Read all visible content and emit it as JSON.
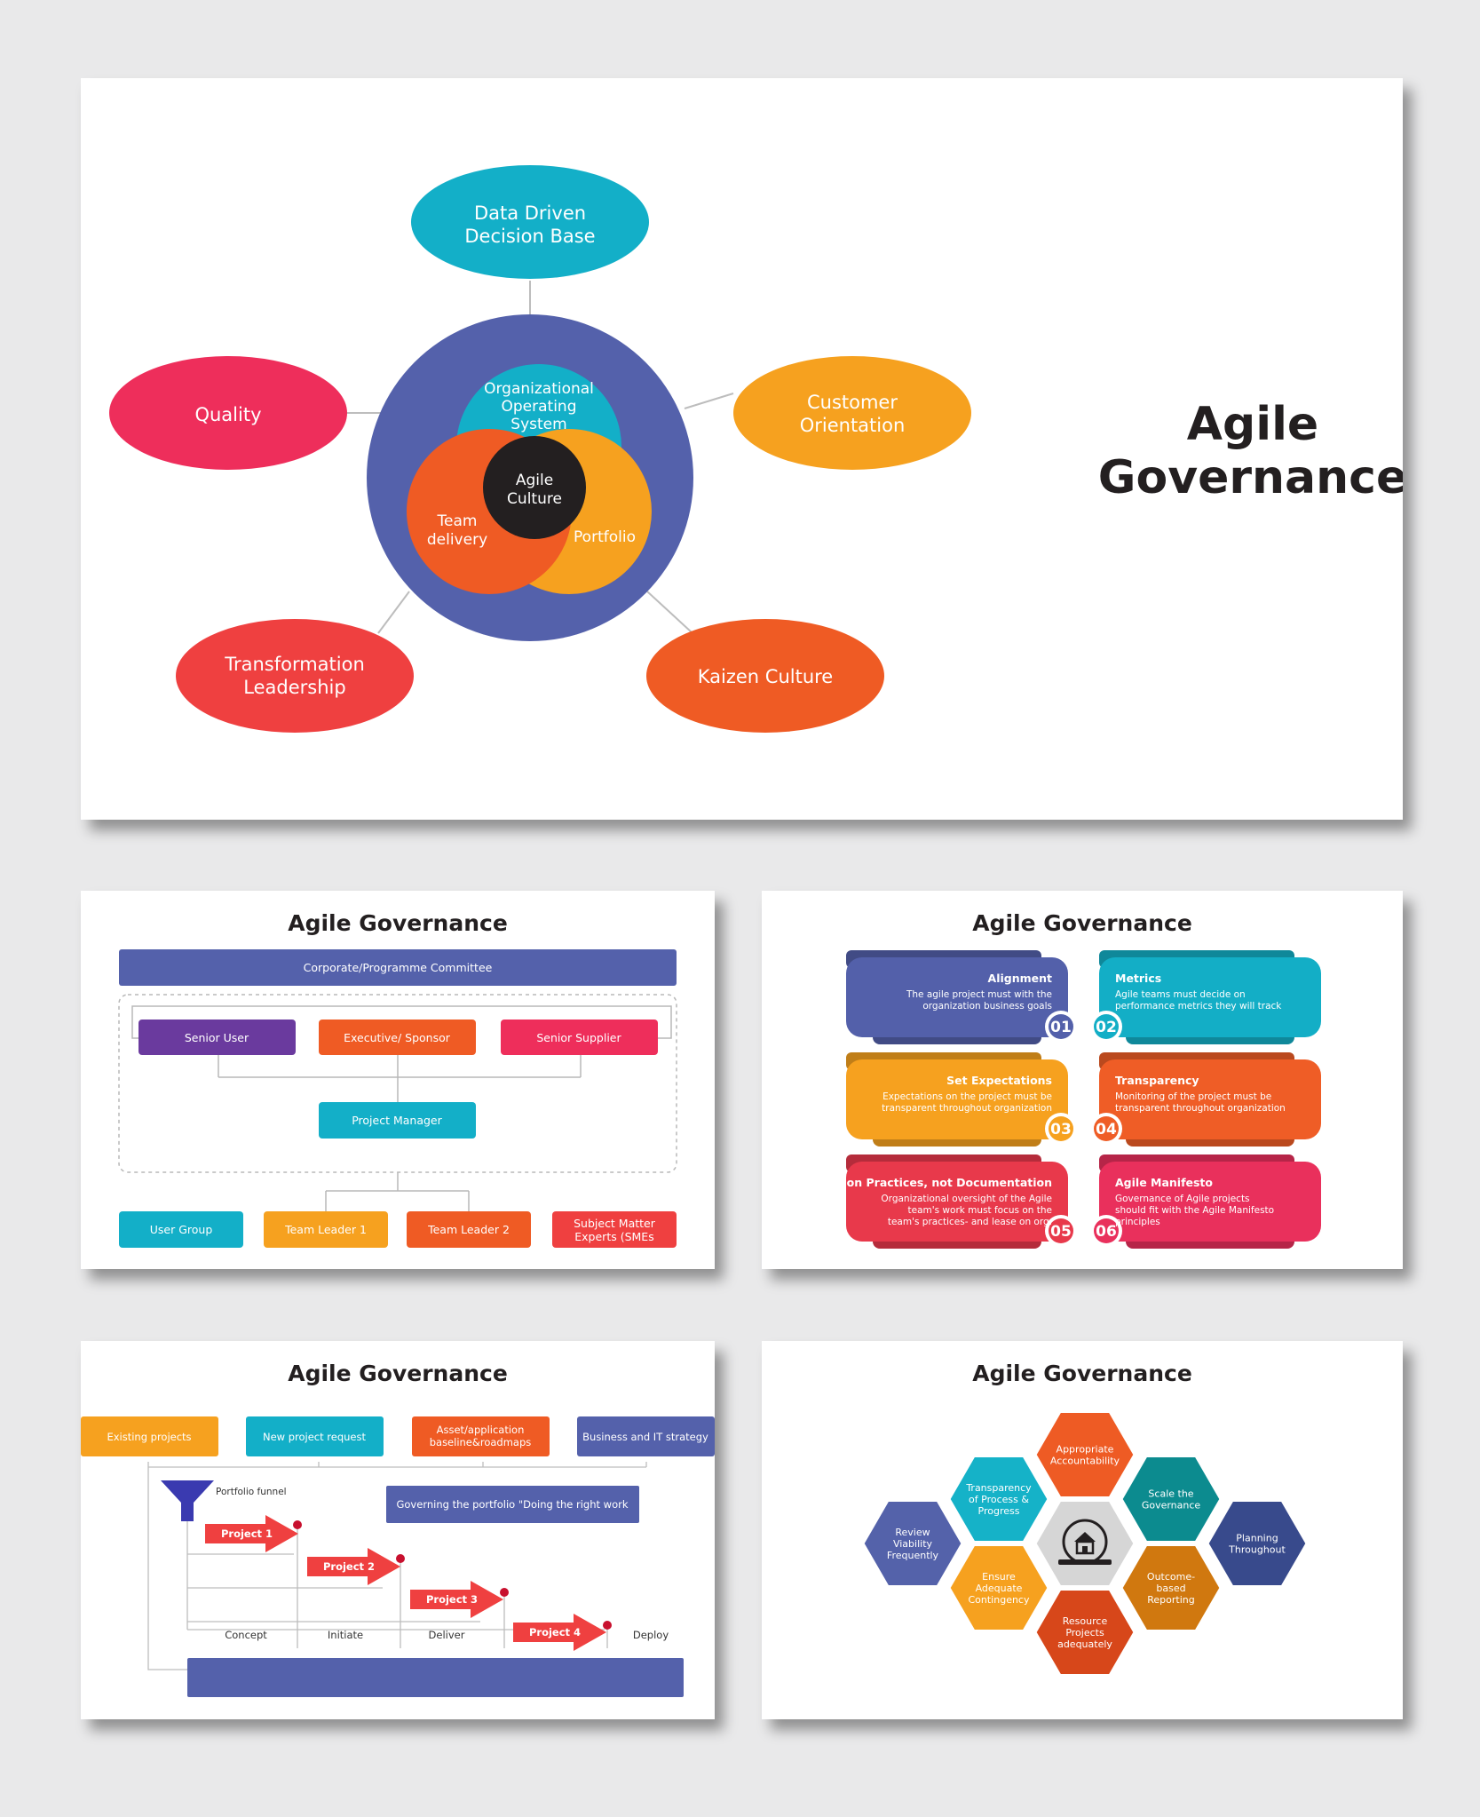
{
  "slide1": {
    "title_line1": "Agile",
    "title_line2": "Governance",
    "petals": {
      "top": [
        "Data Driven",
        "Decision Base"
      ],
      "left": [
        "Quality"
      ],
      "right": [
        "Customer",
        "Orientation"
      ],
      "bottom_left": [
        "Transformation",
        "Leadership"
      ],
      "bottom_right": [
        "Kaizen Culture"
      ]
    },
    "core": {
      "org": [
        "Organizational",
        "Operating",
        "System"
      ],
      "team": [
        "Team",
        "delivery"
      ],
      "portfolio": [
        "Portfolio"
      ],
      "center": [
        "Agile",
        "Culture"
      ]
    }
  },
  "slide2": {
    "title": "Agile Governance",
    "committee": "Corporate/Programme  Committee",
    "row1": [
      "Senior User",
      "Executive/ Sponsor",
      "Senior Supplier"
    ],
    "manager": "Project Manager",
    "bottom": [
      "User Group",
      "Team Leader 1",
      "Team Leader 2",
      [
        "Subject Matter",
        "Experts (SMEs"
      ]
    ]
  },
  "slide3": {
    "title": "Agile Governance",
    "items": [
      {
        "num": "01",
        "title": "Alignment",
        "text": [
          "The agile project must with the",
          "organization business goals"
        ],
        "color": "#5360aa",
        "side": "left"
      },
      {
        "num": "02",
        "title": "Metrics",
        "text": [
          "Agile teams must decide on",
          "performance metrics they will track"
        ],
        "color": "#13aec6",
        "side": "right"
      },
      {
        "num": "03",
        "title": "Set Expectations",
        "text": [
          "Expectations on the project must be",
          "transparent throughout organization"
        ],
        "color": "#f6a11f",
        "side": "left"
      },
      {
        "num": "04",
        "title": "Transparency",
        "text": [
          "Monitoring of the project must be",
          "transparent throughout organization"
        ],
        "color": "#ef5d26",
        "side": "right"
      },
      {
        "num": "05",
        "title": "Focus on Practices,  not Documentation",
        "text": [
          "Organizational oversight of the Agile",
          "team's work must focus on the",
          "team's practices- and lease on org."
        ],
        "color": "#e8394b",
        "side": "left"
      },
      {
        "num": "06",
        "title": "Agile Manifesto",
        "text": [
          "Governance of Agile projects",
          "should fit with the Agile Manifesto",
          "principles"
        ],
        "color": "#e9305c",
        "side": "right"
      }
    ]
  },
  "slide4": {
    "title": "Agile Governance",
    "top_boxes": [
      [
        "Existing projects"
      ],
      [
        "New project request"
      ],
      [
        "Asset/application",
        "baseline&roadmaps"
      ],
      [
        "Business and IT strategy"
      ]
    ],
    "funnel_label": "Portfolio funnel",
    "governing": "Governing the portfolio \"Doing the right work",
    "projects": [
      "Project 1",
      "Project 2",
      "Project 3",
      "Project 4"
    ],
    "phases": [
      "Concept",
      "Initiate",
      "Deliver",
      "Deploy"
    ]
  },
  "slide5": {
    "title": "Agile Governance",
    "hexes": [
      {
        "label": [
          "Appropriate",
          "Accountability"
        ],
        "color": "#ee5b24"
      },
      {
        "label": [
          "Transparency",
          "of Process &",
          "Progress"
        ],
        "color": "#15b2c8"
      },
      {
        "label": [
          "Scale the",
          "Governance"
        ],
        "color": "#0c8b8f"
      },
      {
        "label": [
          "Review",
          "Viability",
          "Frequently"
        ],
        "color": "#5462aa"
      },
      {
        "label": [
          "Planning",
          "Throughout"
        ],
        "color": "#384a8c"
      },
      {
        "label": [
          "Ensure",
          "Adequate",
          "Contingency"
        ],
        "color": "#f6a11f"
      },
      {
        "label": [
          "Outcome-",
          "based",
          "Reporting"
        ],
        "color": "#d0780f"
      },
      {
        "label": [
          "Resource",
          "Projects",
          "adequately"
        ],
        "color": "#d7471a"
      }
    ]
  }
}
